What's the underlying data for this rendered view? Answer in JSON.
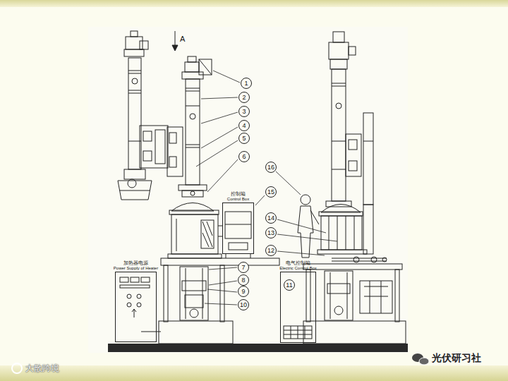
{
  "diagram": {
    "nodes": [
      {
        "text": [
          "控制箱",
          "Control Box"
        ]
      },
      {
        "text": [
          "加热器电源",
          "Power Supply of Heater"
        ]
      },
      {
        "text": [
          "电气控制箱",
          "Electric Control Box"
        ]
      }
    ],
    "labels": [
      "A",
      "1",
      "2",
      "3",
      "4",
      "5",
      "6",
      "7",
      "8",
      "9",
      "10",
      "11",
      "12",
      "13",
      "14",
      "15",
      "16",
      "大散跨境",
      "光伏研习社"
    ]
  }
}
